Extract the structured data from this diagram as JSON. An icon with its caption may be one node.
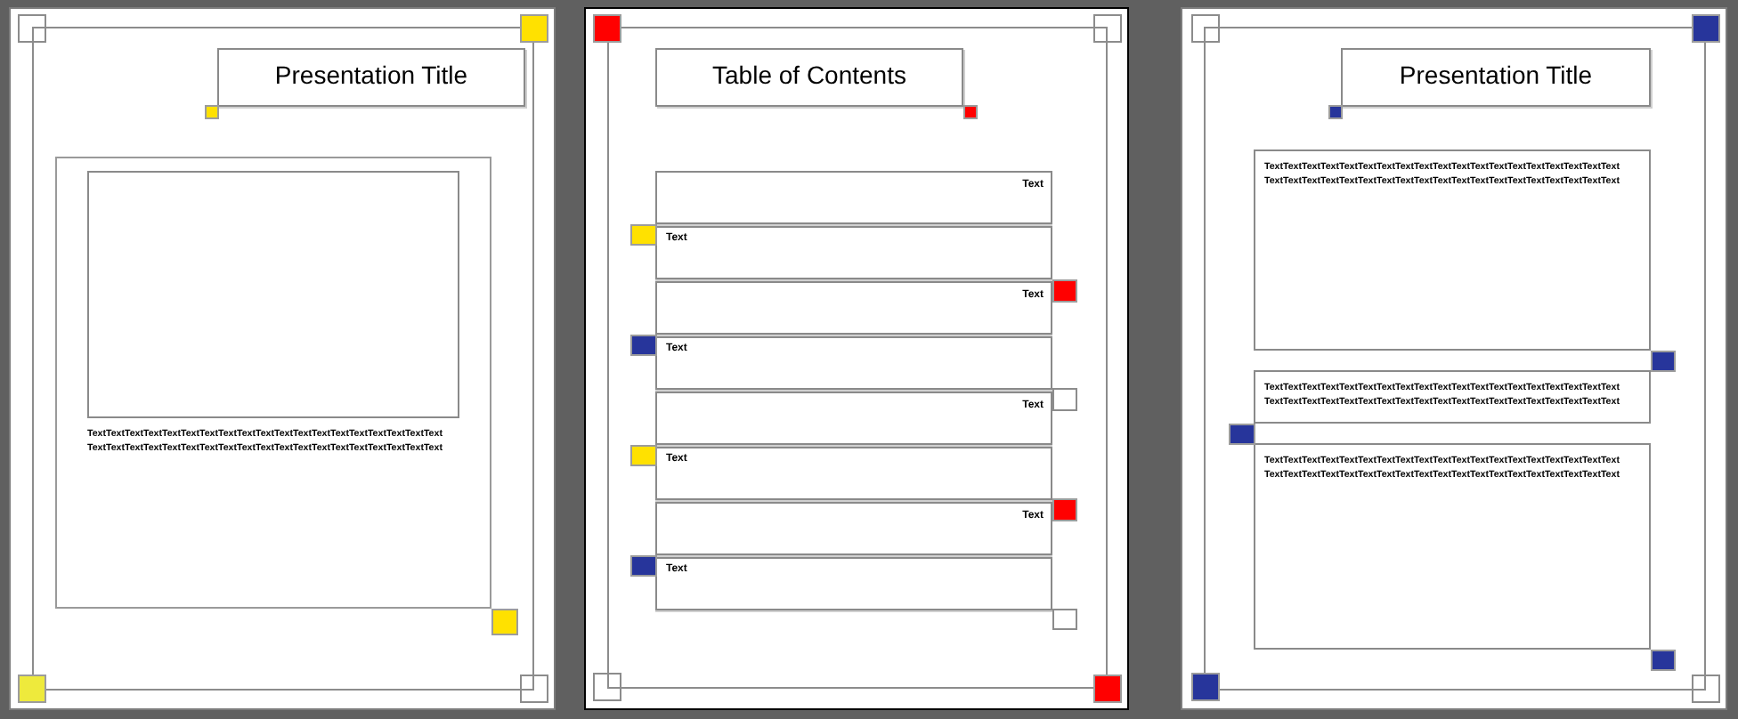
{
  "diagram": {
    "nodes": [
      {
        "text": [],
        "shape": "box"
      },
      {
        "text": [
          "Presentation Title"
        ],
        "in": 0
      },
      {
        "text": [
          "TextTextTextTextTextTextTextTextTextTextTextTextTextTextTextTextTextTextText TextTextTextTextTextTextTextTextTextTextTextTextTextTextTextTextTextTextText"
        ],
        "in": 0
      },
      {
        "text": [],
        "shape": "box",
        "in": 2
      },
      {
        "text": [],
        "shape": "box"
      },
      {
        "text": [
          "Table of Contents"
        ],
        "in": 4
      },
      {
        "text": [
          "Text"
        ],
        "in": 4
      },
      {
        "text": [
          "Text"
        ],
        "in": 4
      },
      {
        "text": [
          "Text"
        ],
        "in": 4
      },
      {
        "text": [
          "Text"
        ],
        "in": 4
      },
      {
        "text": [
          "Text"
        ],
        "in": 4
      },
      {
        "text": [
          "Text"
        ],
        "in": 4
      },
      {
        "text": [
          "Text"
        ],
        "in": 4
      },
      {
        "text": [
          "Text"
        ],
        "in": 4
      },
      {
        "text": [],
        "shape": "box"
      },
      {
        "text": [
          "Presentation Title"
        ],
        "in": 14
      },
      {
        "text": [
          "TextTextTextTextTextTextTextTextTextTextTextTextTextTextTextTextTextTextText TextTextTextTextTextTextTextTextTextTextTextTextTextTextTextTextTextTextText"
        ],
        "in": 14
      },
      {
        "text": [
          "TextTextTextTextTextTextTextTextTextTextTextTextTextTextTextTextTextTextText TextTextTextTextTextTextTextTextTextTextTextTextTextTextTextTextTextTextText"
        ],
        "in": 14
      },
      {
        "text": [
          "TextTextTextTextTextTextTextTextTextTextTextTextTextTextTextTextTextTextText TextTextTextTextTextTextTextTextTextTextTextTextTextTextTextTextTextTextText"
        ],
        "in": 14
      }
    ]
  }
}
